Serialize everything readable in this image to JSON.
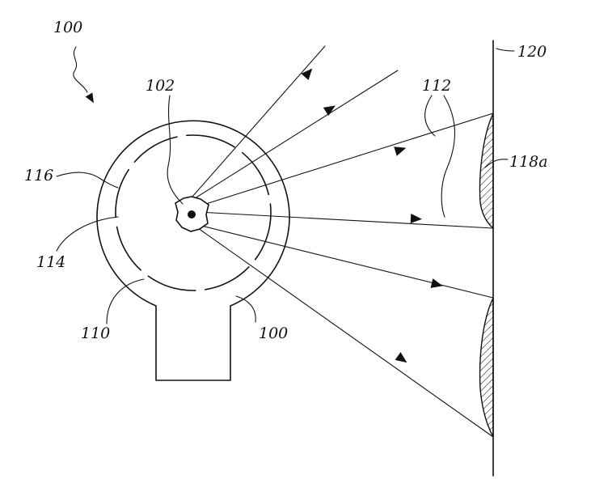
{
  "labels": {
    "fig_ref": "100",
    "source": "102",
    "housing_outer": "116",
    "housing_inner": "114",
    "base": "110",
    "housing": "100",
    "rays": "112",
    "surface": "120",
    "target": "118a"
  },
  "colors": {
    "ink": "#111111",
    "background": "#ffffff"
  }
}
